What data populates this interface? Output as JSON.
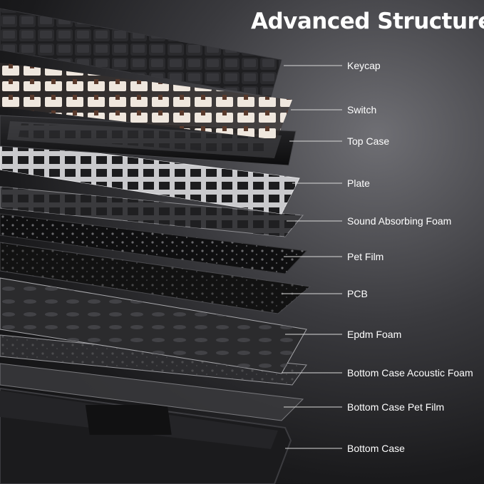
{
  "title": "Advanced Structure",
  "layers": [
    {
      "label": "Keycap"
    },
    {
      "label": "Switch"
    },
    {
      "label": "Top Case"
    },
    {
      "label": "Plate"
    },
    {
      "label": "Sound Absorbing Foam"
    },
    {
      "label": "Pet Film"
    },
    {
      "label": "PCB"
    },
    {
      "label": "Epdm Foam"
    },
    {
      "label": "Bottom Case Acoustic Foam"
    },
    {
      "label": "Bottom Case Pet Film"
    },
    {
      "label": "Bottom Case"
    }
  ],
  "colors": {
    "label_text": "#ffffff",
    "leader_line": "#d8d8d8",
    "keycap": "#1e1e20",
    "switch_housing": "#efe7de",
    "switch_stem": "#5a3a2c",
    "plate": "#c9c9cc",
    "pcb": "#121212",
    "foam": "#2b2b2d"
  }
}
